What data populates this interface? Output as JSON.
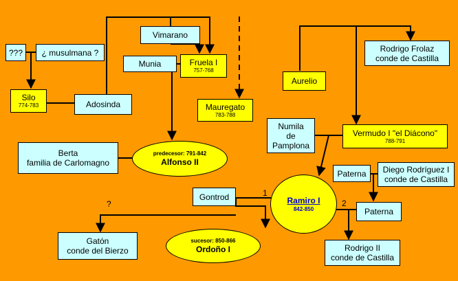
{
  "boxes": {
    "vimarano": "Vimarano",
    "munia": "Munia",
    "fruela": {
      "name": "Fruela I",
      "dates": "757-768"
    },
    "qqq": "???",
    "musulmana": "¿ musulmana ?",
    "silo": {
      "name": "Silo",
      "dates": "774-783"
    },
    "adosinda": "Adosinda",
    "berta": {
      "line1": "Berta",
      "line2": "familia de Carlomagno"
    },
    "mauregato": {
      "name": "Mauregato",
      "dates": "783-788"
    },
    "aurelio": "Aurelio",
    "rodrigo_frolaz": {
      "line1": "Rodrigo  Frolaz",
      "line2": "conde de Castilla"
    },
    "numila": {
      "line1": "Numila",
      "line2": "de",
      "line3": "Pamplona"
    },
    "vermudo": {
      "name": "Vermudo  I \"el Diácono\"",
      "dates": "788-791"
    },
    "paterna_left": "Paterna",
    "diego": {
      "line1": "Diego  Rodríguez  I",
      "line2": "conde de Castilla"
    },
    "gontrod": "Gontrod",
    "paterna_right": "Paterna",
    "gaton": {
      "line1": "Gatón",
      "line2": "conde del Bierzo"
    },
    "rodrigo_ii": {
      "line1": "Rodrigo  II",
      "line2": "conde de Castilla"
    }
  },
  "ellipses": {
    "alfonso": {
      "label": "predecesor: 791-842",
      "name": "Alfonso  II"
    },
    "ramiro": {
      "name": "Ramiro I",
      "dates": "842-850"
    },
    "ordono": {
      "label": "sucesor: 850-866",
      "name": "Ordoño  I"
    }
  },
  "marks": {
    "question": "?",
    "marriage_1": "1",
    "marriage_2": "2"
  }
}
